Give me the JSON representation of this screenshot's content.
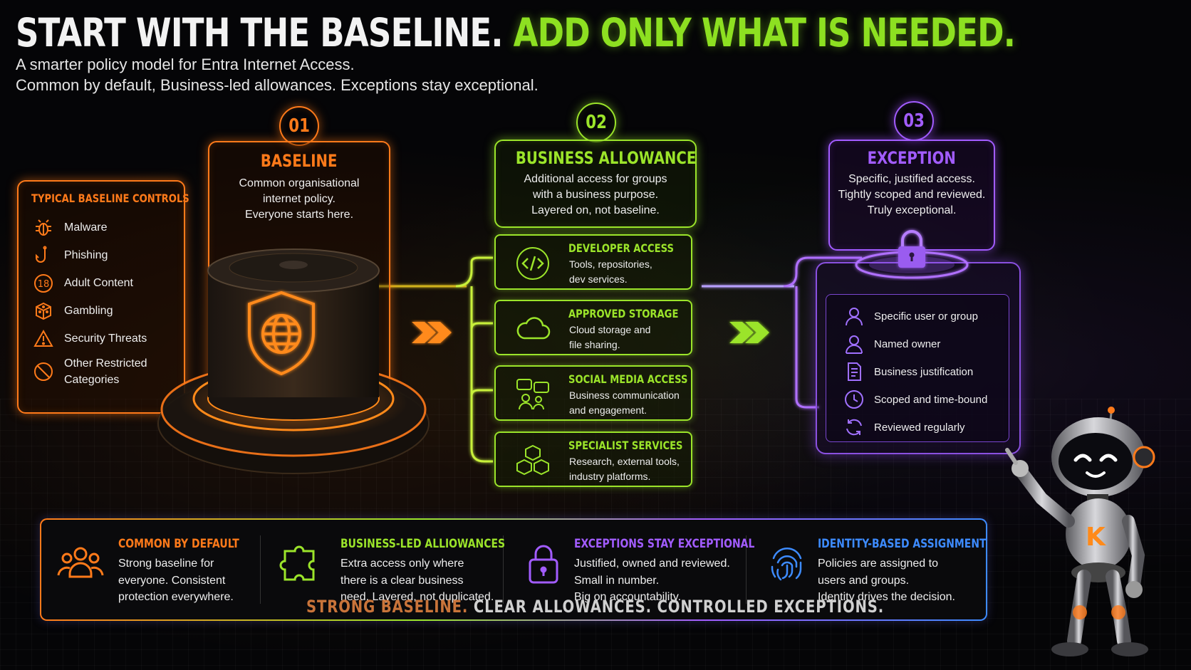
{
  "title": {
    "part1": "START WITH THE BASELINE.",
    "part2": "ADD ONLY WHAT IS NEEDED."
  },
  "subtitle": {
    "line1": "A smarter policy model for Entra Internet Access.",
    "line2": "Common by default, Business-led allowances. Exceptions stay exceptional."
  },
  "colors": {
    "orange": "#ff7a1a",
    "green": "#9be42a",
    "purple": "#a25cff",
    "blue": "#3d8bff"
  },
  "controls": {
    "heading": "TYPICAL BASELINE CONTROLS",
    "items": [
      {
        "label": "Malware",
        "icon": "bug-icon"
      },
      {
        "label": "Phishing",
        "icon": "fishhook-icon"
      },
      {
        "label": "Adult Content",
        "icon": "age-18-icon"
      },
      {
        "label": "Gambling",
        "icon": "dice-icon"
      },
      {
        "label": "Security Threats",
        "icon": "warning-icon"
      },
      {
        "label": "Other Restricted",
        "label2": "Categories",
        "icon": "prohibited-icon"
      }
    ]
  },
  "baseline": {
    "num": "01",
    "title": "BASELINE",
    "desc1": "Common organisational",
    "desc2": "internet policy.",
    "desc3": "Everyone starts here.",
    "icon": "shield-globe-icon"
  },
  "business": {
    "num": "02",
    "title": "BUSINESS ALLOWANCE",
    "desc1": "Additional access for groups",
    "desc2": "with a business purpose.",
    "desc3": "Layered on, not baseline.",
    "items": [
      {
        "title": "DEVELOPER ACCESS",
        "d1": "Tools, repositories,",
        "d2": "dev services.",
        "icon": "code-icon"
      },
      {
        "title": "APPROVED STORAGE",
        "d1": "Cloud storage and",
        "d2": "file sharing.",
        "icon": "cloud-icon"
      },
      {
        "title": "SOCIAL MEDIA ACCESS",
        "d1": "Business communication",
        "d2": "and engagement.",
        "icon": "chat-users-icon"
      },
      {
        "title": "SPECIALIST SERVICES",
        "d1": "Research, external tools,",
        "d2": "industry platforms.",
        "icon": "cubes-icon"
      }
    ]
  },
  "exception": {
    "num": "03",
    "title": "EXCEPTION",
    "desc1": "Specific, justified access.",
    "desc2": "Tightly scoped and reviewed.",
    "desc3": "Truly exceptional.",
    "items": [
      {
        "label": "Specific user or group",
        "icon": "user-icon"
      },
      {
        "label": "Named owner",
        "icon": "owner-icon"
      },
      {
        "label": "Business justification",
        "icon": "document-icon"
      },
      {
        "label": "Scoped and time-bound",
        "icon": "clock-icon"
      },
      {
        "label": "Reviewed regularly",
        "icon": "refresh-icon"
      }
    ]
  },
  "features": [
    {
      "title": "COMMON BY DEFAULT",
      "l1": "Strong baseline for",
      "l2": "everyone. Consistent",
      "l3": "protection everywhere.",
      "icon": "group-icon"
    },
    {
      "title": "BUSINESS-LED ALLIOWANCES",
      "l1": "Extra access only where",
      "l2": "there is a clear business",
      "l3": "need. Layered, not duplicated.",
      "icon": "puzzle-icon"
    },
    {
      "title": "EXCEPTIONS STAY EXCEPTIONAL",
      "l1": "Justified, owned and reviewed.",
      "l2": "Small in number.",
      "l3": "Big on accountability.",
      "icon": "padlock-icon"
    },
    {
      "title": "IDENTITY-BASED ASSIGNMENT",
      "l1": "Policies are assigned to",
      "l2": "users and groups.",
      "l3": "Identity drives the decision.",
      "icon": "fingerprint-icon"
    }
  ],
  "tagline": {
    "part1": "STRONG BASELINE.",
    "part2": "CLEAR ALLOWANCES. CONTROLLED EXCEPTIONS."
  },
  "mascot": {
    "badge": "K",
    "icon": "robot-mascot"
  }
}
